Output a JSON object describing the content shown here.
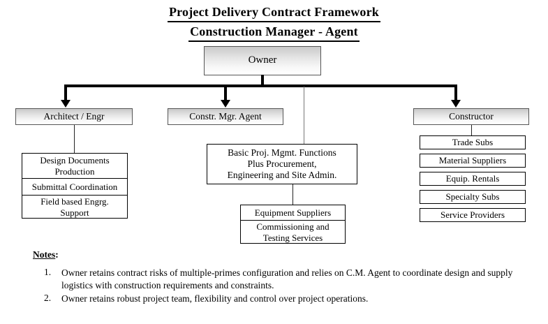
{
  "title": {
    "line1": "Project Delivery Contract Framework",
    "line2": "Construction Manager - Agent"
  },
  "chart_data": {
    "type": "diagram",
    "diagram_kind": "organizational-hierarchy",
    "root": "Owner",
    "levels": [
      [
        "Owner"
      ],
      [
        "Architect / Engr",
        "Constr. Mgr. Agent",
        "Constructor"
      ],
      [
        "Design Documents Production",
        "Submittal Coordination",
        "Field based Engrg. Support",
        "Basic Proj. Mgmt. Functions Plus Procurement, Engineering and Site Admin.",
        "Trade Subs",
        "Material Suppliers",
        "Equip. Rentals",
        "Specialty Subs",
        "Service Providers"
      ],
      [
        "Equipment Suppliers",
        "Commissioning and Testing Services"
      ]
    ]
  },
  "nodes": {
    "owner": "Owner",
    "architect": "Architect / Engr",
    "cm_agent": "Constr. Mgr. Agent",
    "constructor": "Constructor"
  },
  "architect_subs": [
    "Design Documents\nProduction",
    "Submittal Coordination",
    "Field based Engrg.\nSupport"
  ],
  "cm_functions": "Basic Proj. Mgmt. Functions\nPlus Procurement,\nEngineering and Site Admin.",
  "cm_suppliers": [
    "Equipment Suppliers",
    "Commissioning and\nTesting Services"
  ],
  "constructor_subs": [
    "Trade Subs",
    "Material Suppliers",
    "Equip. Rentals",
    "Specialty Subs",
    "Service Providers"
  ],
  "notes": {
    "heading": "Notes",
    "heading_colon": ":",
    "items": [
      {
        "number": "1.",
        "text": "Owner retains contract risks of multiple-primes configuration and relies on C.M. Agent to coordinate design and supply logistics with construction requirements and constraints."
      },
      {
        "number": "2.",
        "text": "Owner retains robust project team, flexibility and control over project operations."
      }
    ]
  },
  "colors": {
    "line": "#000000",
    "box_border": "#555555",
    "plain_border": "#000000",
    "background": "#ffffff"
  }
}
